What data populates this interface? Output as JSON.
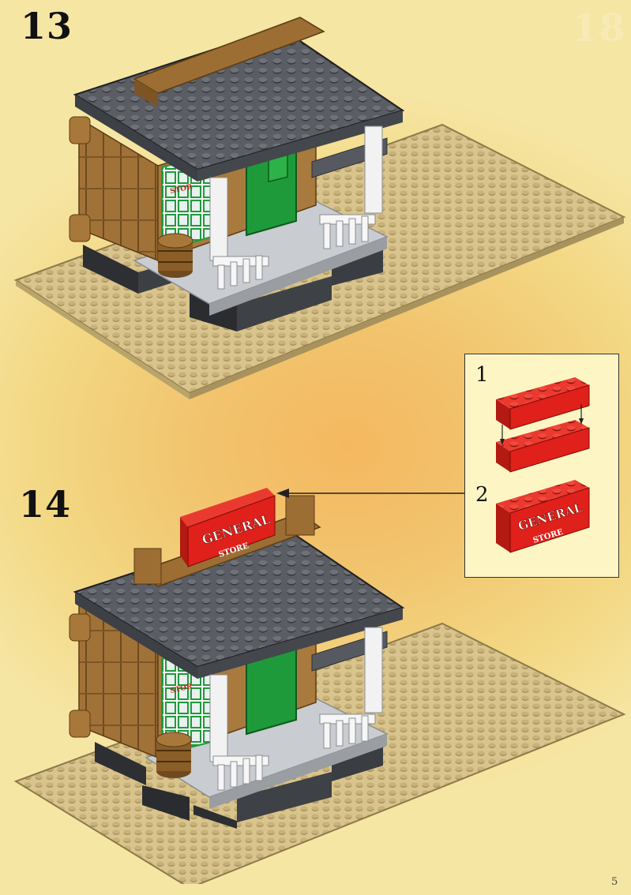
{
  "steps": [
    {
      "number": "13"
    },
    {
      "number": "14"
    }
  ],
  "inset": {
    "substeps": [
      {
        "number": "1"
      },
      {
        "number": "2"
      }
    ],
    "sign_line1": "GENERAL",
    "sign_line2": "STORE"
  },
  "model": {
    "window_sign": "STOR",
    "roof_sign_line1": "GENERAL",
    "roof_sign_line2": "STORE"
  },
  "page_number": "5",
  "watermark": "18",
  "colors": {
    "baseplate": "#d7c28a",
    "stud": "#a8925c",
    "roof": "#55585e",
    "wall": "#9c7038",
    "door": "#1f9a3a",
    "brick_red": "#e0201a",
    "white_post": "#f2f2f2"
  }
}
